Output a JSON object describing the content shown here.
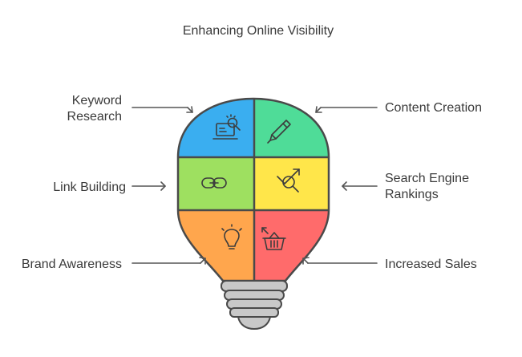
{
  "title": "Enhancing Online Visibility",
  "labels": {
    "keyword_line1": "Keyword",
    "keyword_line2": "Research",
    "content": "Content Creation",
    "link": "Link Building",
    "search_line1": "Search Engine",
    "search_line2": "Rankings",
    "brand": "Brand Awareness",
    "sales": "Increased Sales"
  },
  "colors": {
    "keyword": "#3aaef0",
    "content": "#4fdc98",
    "link": "#9ee060",
    "search": "#ffe64a",
    "brand": "#ffa64d",
    "sales": "#ff6b6b",
    "base": "#c8c8c8",
    "outline": "#4a4a4a"
  },
  "icons": {
    "keyword": "laptop-magnifier-icon",
    "content": "pencil-icon",
    "link": "chain-link-icon",
    "search": "trend-magnifier-icon",
    "brand": "lightbulb-icon",
    "sales": "shopping-basket-icon"
  }
}
